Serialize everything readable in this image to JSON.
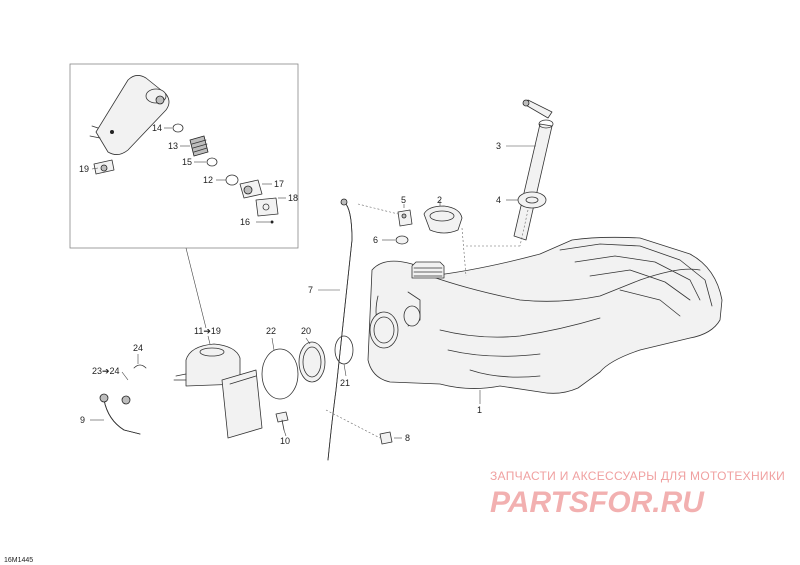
{
  "diagram": {
    "code": "16M1445",
    "callouts": {
      "c1": "1",
      "c2": "2",
      "c3": "3",
      "c4": "4",
      "c5": "5",
      "c6": "6",
      "c7": "7",
      "c8": "8",
      "c9": "9",
      "c10": "10",
      "c11": "11➔19",
      "c12": "12",
      "c13": "13",
      "c14": "14",
      "c15": "15",
      "c16": "16",
      "c17": "17",
      "c18": "18",
      "c19": "19",
      "c20": "20",
      "c21": "21",
      "c22": "22",
      "c23": "23➔24",
      "c24": "24"
    }
  },
  "watermark": {
    "text": "ЗАПЧАСТИ И АКСЕССУАРЫ ДЛЯ МОТОТЕХНИКИ",
    "logo": "PARTSFOR.RU",
    "color": "#f0a0a0"
  }
}
